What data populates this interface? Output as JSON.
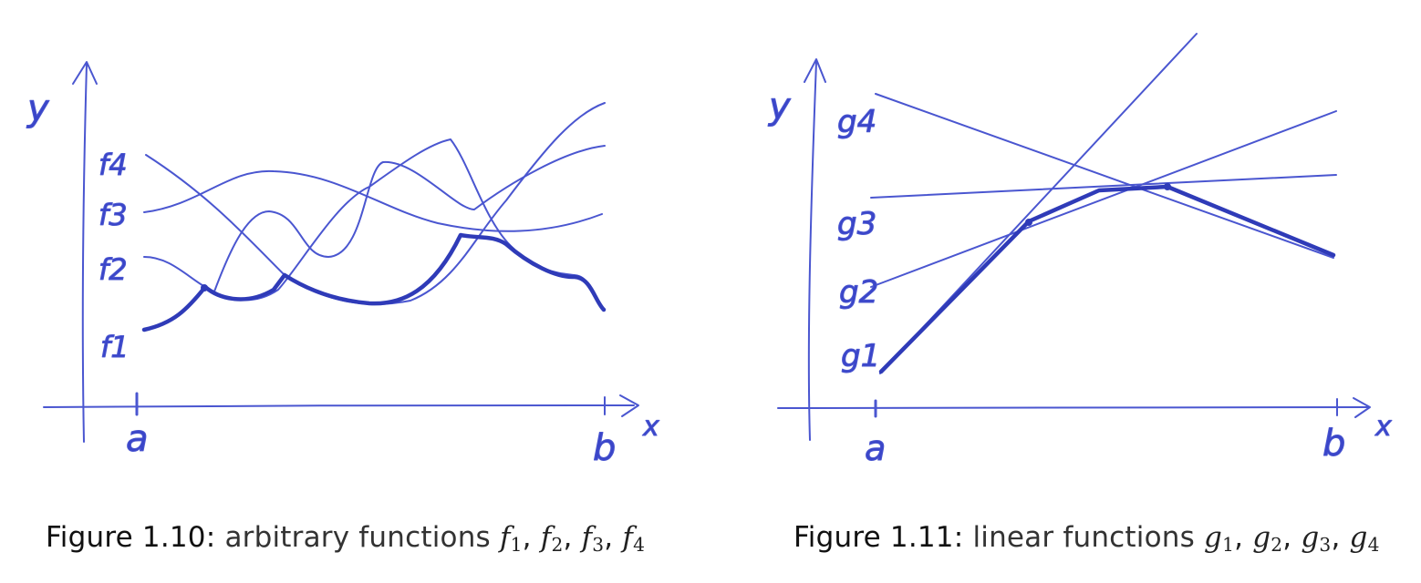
{
  "figures": [
    {
      "id": "fig-1-10",
      "axis_labels": {
        "y": "y",
        "x": "x",
        "a": "a",
        "b": "b"
      },
      "curve_labels": [
        "f4",
        "f3",
        "f2",
        "f1"
      ],
      "caption": {
        "label": "Figure 1.10:",
        "text": "arbitrary functions",
        "symbol": "f",
        "subscripts": [
          "1",
          "2",
          "3",
          "4"
        ]
      }
    },
    {
      "id": "fig-1-11",
      "axis_labels": {
        "y": "y",
        "x": "x",
        "a": "a",
        "b": "b"
      },
      "curve_labels": [
        "g4",
        "g3",
        "g2",
        "g1"
      ],
      "caption": {
        "label": "Figure 1.11:",
        "text": "linear functions",
        "symbol": "g",
        "subscripts": [
          "1",
          "2",
          "3",
          "4"
        ]
      }
    }
  ],
  "colors": {
    "ink": "#3a45c8",
    "ink_thin": "#5a66d8",
    "caption_text": "#333333"
  }
}
